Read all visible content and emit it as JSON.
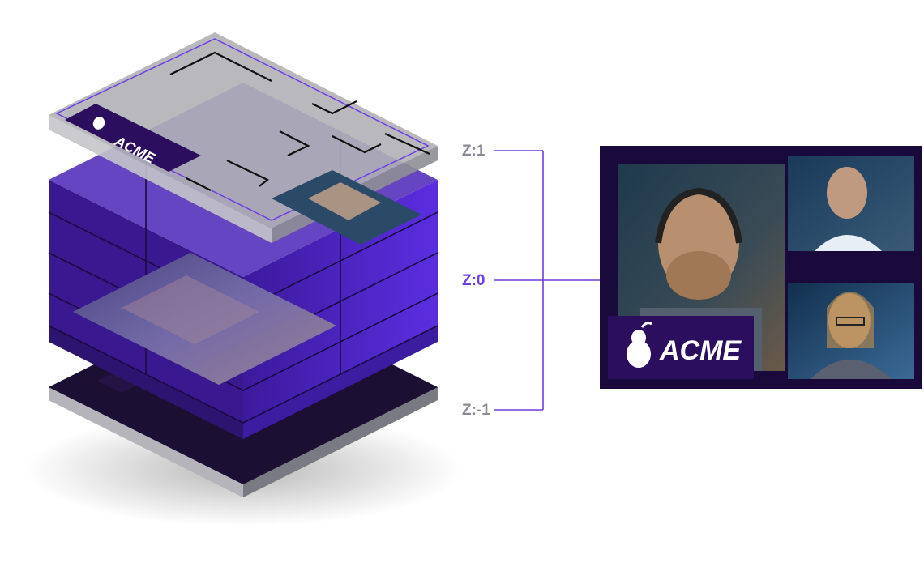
{
  "layers": [
    {
      "label": "Z:1",
      "color": "#8a8a94"
    },
    {
      "label": "Z:0",
      "color": "#6d3fe0"
    },
    {
      "label": "Z:-1",
      "color": "#8a8a94"
    }
  ],
  "brand": {
    "name": "ACME",
    "logo_icon": "pear-icon",
    "panel_color": "#2b0f5e",
    "accent": "#6d3fe0"
  },
  "composite": {
    "background": "#1a0a3c",
    "tiles": [
      "presenter-headset-video",
      "doctor-video",
      "woman-glasses-video"
    ]
  },
  "connector_color": "#6d3fe0"
}
